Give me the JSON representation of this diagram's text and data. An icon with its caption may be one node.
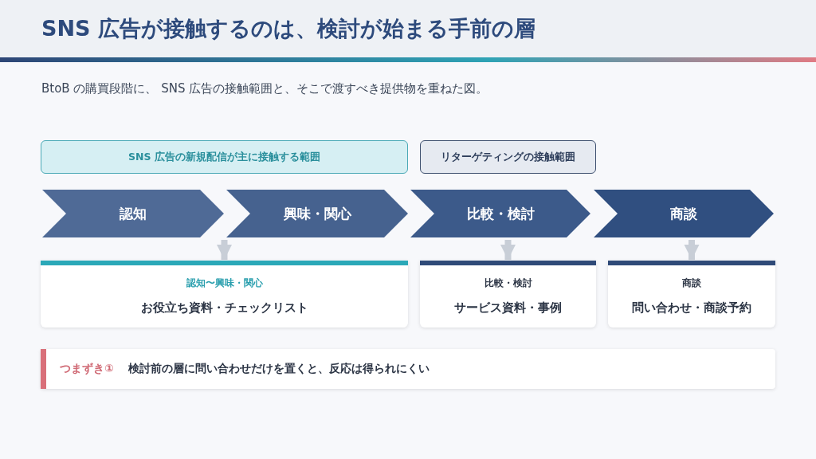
{
  "diagram": {
    "title": "SNS 広告が接触するのは、検討が始まる手前の層",
    "nodes": [
      {
        "text": [
          "SNS 広告の新規配信が主に接触する範囲"
        ]
      },
      {
        "text": [
          "リターゲティングの接触範囲"
        ]
      },
      {
        "text": [
          "認知"
        ]
      },
      {
        "text": [
          "興味・関心"
        ]
      },
      {
        "text": [
          "比較・検討"
        ]
      },
      {
        "text": [
          "商談"
        ]
      },
      {
        "text": [
          "認知〜興味・関心",
          "お役立ち資料・チェックリスト"
        ]
      },
      {
        "text": [
          "比較・検討",
          "サービス資料・事例"
        ]
      },
      {
        "text": [
          "商談",
          "問い合わせ・商談予約"
        ]
      },
      {
        "text": [
          "つまずき①",
          "検討前の層に問い合わせだけを置くと、反応は得られにくい"
        ]
      }
    ],
    "edges": [
      {
        "from": 3,
        "to": 6,
        "arrow": "to"
      },
      {
        "from": 4,
        "to": 7,
        "arrow": "to"
      },
      {
        "from": 5,
        "to": 8,
        "arrow": "to"
      }
    ],
    "labels": [
      "BtoB の購買段階に、 SNS 広告の接触範囲と、そこで渡すべき提供物を重ねた図。"
    ]
  }
}
